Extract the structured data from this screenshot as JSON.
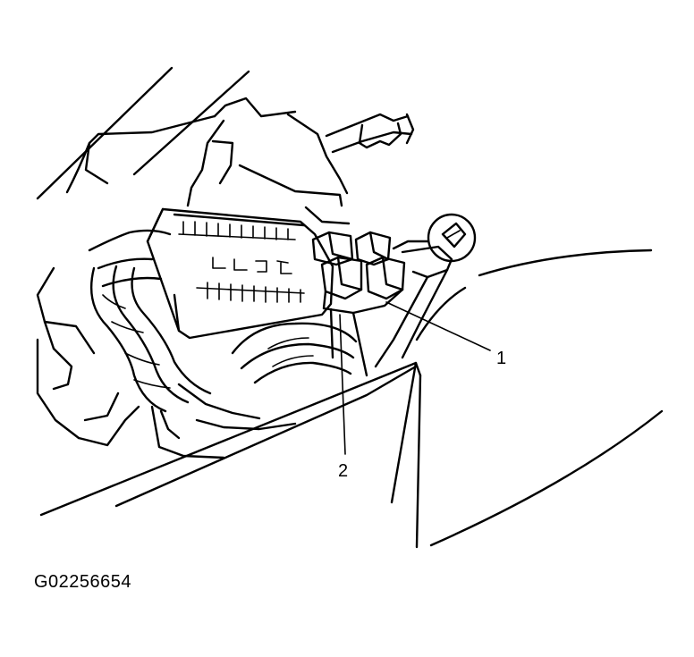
{
  "figure": {
    "id": "G02256654",
    "callouts": [
      {
        "number": "1"
      },
      {
        "number": "2"
      }
    ]
  },
  "colors": {
    "ink": "#000000",
    "background": "#ffffff"
  }
}
